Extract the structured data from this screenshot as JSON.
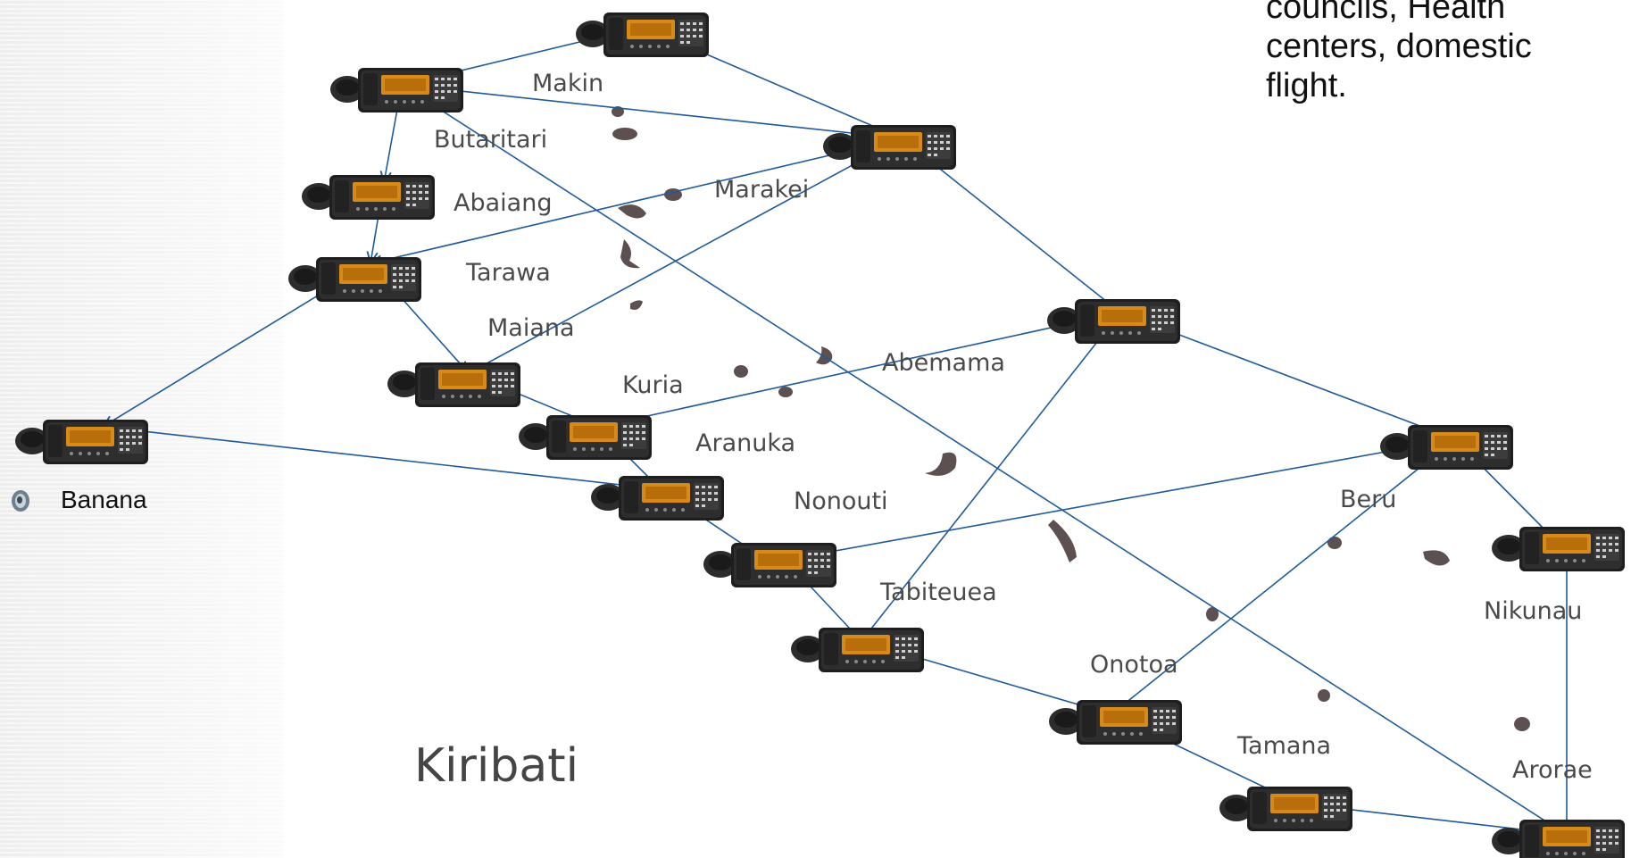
{
  "note": {
    "text": "councils, Health\ncenters, domestic\nflight."
  },
  "legend": {
    "label": "Banana",
    "icon": "radio-icon"
  },
  "map": {
    "country": "Kiribati",
    "link_color": "#1f5a9a",
    "island_color": "#5c5050",
    "islands": [
      "Makin",
      "Butaritari",
      "Marakei",
      "Abaiang",
      "Tarawa",
      "Maiana",
      "Abemama",
      "Kuria",
      "Aranuka",
      "Nonouti",
      "Beru",
      "Tabiteuea",
      "Nikunau",
      "Onotoa",
      "Tamana",
      "Arorae"
    ]
  }
}
